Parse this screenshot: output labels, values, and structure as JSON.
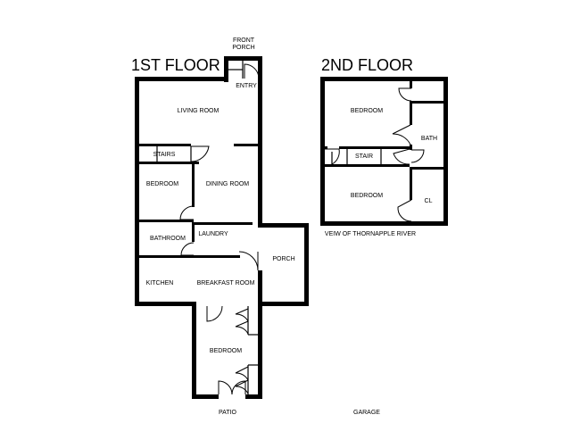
{
  "titles": {
    "first_floor": "1ST FLOOR",
    "second_floor": "2ND FLOOR"
  },
  "first_floor": {
    "front_porch_line1": "FRONT",
    "front_porch_line2": "PORCH",
    "entry": "ENTRY",
    "living_room": "LIVING ROOM",
    "stairs": "STAIRS",
    "bedroom_a": "BEDROOM",
    "dining_room": "DINING ROOM",
    "bathroom": "BATHROOM",
    "laundry": "LAUNDRY",
    "porch": "PORCH",
    "kitchen": "KITCHEN",
    "breakfast_room": "BREAKFAST ROOM",
    "bedroom_b": "BEDROOM",
    "patio": "PATIO"
  },
  "second_floor": {
    "bedroom_a": "BEDROOM",
    "bath": "BATH",
    "stair": "STAIR",
    "bedroom_b": "BEDROOM",
    "closet": "CL",
    "view_note": "VEIW OF THORNAPPLE RIVER",
    "garage": "GARAGE"
  }
}
